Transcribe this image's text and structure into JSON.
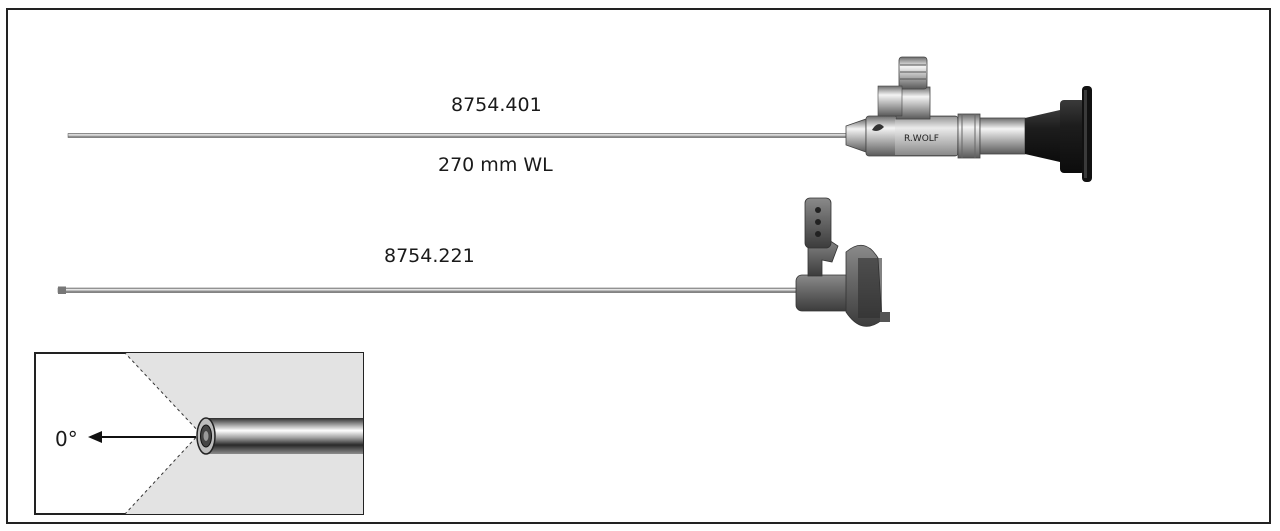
{
  "instruments": [
    {
      "code": "8754.401",
      "working_length": "270 mm WL",
      "brand_mark": "R.WOLF"
    },
    {
      "code": "8754.221"
    }
  ],
  "inset": {
    "view_angle": "0°"
  },
  "colors": {
    "steel_light": "#f2f2f2",
    "steel_mid": "#a8a8a8",
    "steel_dark": "#4a4a4a",
    "black_part": "#1b1b1b",
    "inset_bg": "#e3e3e3"
  }
}
